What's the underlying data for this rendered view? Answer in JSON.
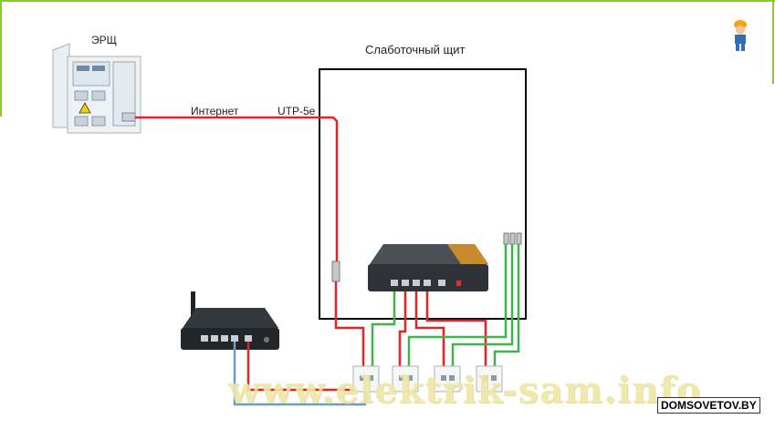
{
  "labels": {
    "panel": "ЭРЩ",
    "cabinet": "Слаботочный щит",
    "internet": "Интернет",
    "cable": "UTP-5e"
  },
  "watermark": "www.elektrik-sam.info",
  "brand": "DOMSOVETOV.BY",
  "colors": {
    "cable_red": "#e52227",
    "cable_green": "#3db54a",
    "cable_blue": "#6b9bd2",
    "frame": "#8cc63f"
  },
  "icons": {
    "worker": "worker-icon",
    "router": "wifi-router-icon",
    "switch": "network-switch-icon"
  }
}
